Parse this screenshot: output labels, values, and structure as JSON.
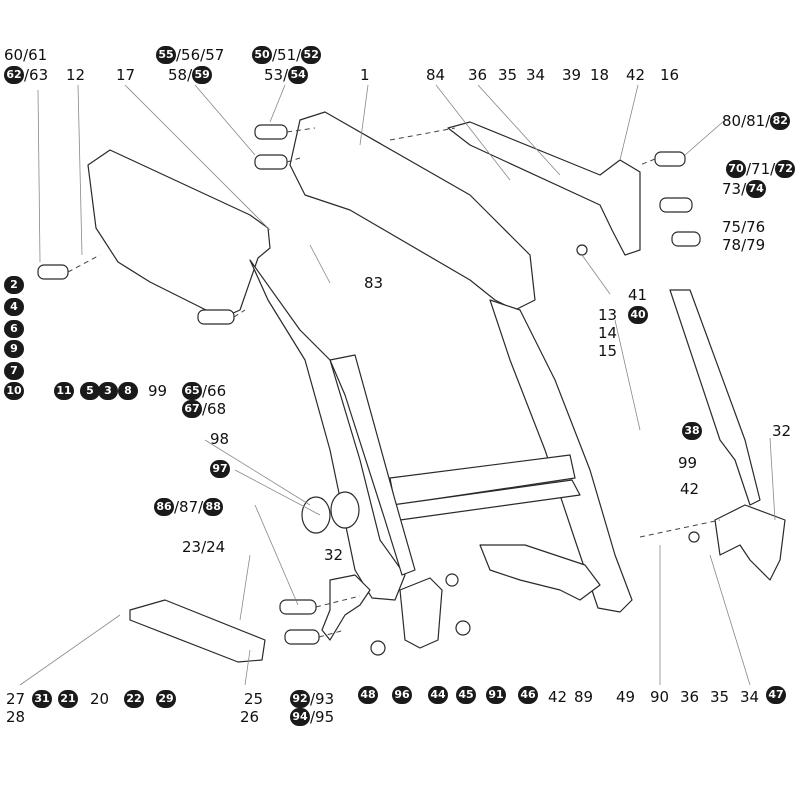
{
  "labels": [
    {
      "id": "l1",
      "parts": [
        {
          "t": "60/61",
          "b": false
        }
      ]
    },
    {
      "id": "l2",
      "parts": [
        {
          "t": "62",
          "b": true
        },
        {
          "t": "/63",
          "b": false
        }
      ]
    },
    {
      "id": "l3",
      "parts": [
        {
          "t": "12",
          "b": false
        }
      ]
    },
    {
      "id": "l4",
      "parts": [
        {
          "t": "17",
          "b": false
        }
      ]
    },
    {
      "id": "l5",
      "parts": [
        {
          "t": "55",
          "b": true
        },
        {
          "t": "/56/57",
          "b": false
        }
      ]
    },
    {
      "id": "l6",
      "parts": [
        {
          "t": "58/",
          "b": false
        },
        {
          "t": "59",
          "b": true
        }
      ]
    },
    {
      "id": "l7",
      "parts": [
        {
          "t": "50",
          "b": true
        },
        {
          "t": "/51/",
          "b": false
        },
        {
          "t": "52",
          "b": true
        }
      ]
    },
    {
      "id": "l8",
      "parts": [
        {
          "t": "53/",
          "b": false
        },
        {
          "t": "54",
          "b": true
        }
      ]
    },
    {
      "id": "l9",
      "parts": [
        {
          "t": "1",
          "b": false
        }
      ]
    },
    {
      "id": "l10",
      "parts": [
        {
          "t": "84",
          "b": false
        }
      ]
    },
    {
      "id": "l11",
      "parts": [
        {
          "t": "36",
          "b": false
        }
      ]
    },
    {
      "id": "l12",
      "parts": [
        {
          "t": "35",
          "b": false
        }
      ]
    },
    {
      "id": "l13",
      "parts": [
        {
          "t": "34",
          "b": false
        }
      ]
    },
    {
      "id": "l14",
      "parts": [
        {
          "t": "39",
          "b": false
        }
      ]
    },
    {
      "id": "l15",
      "parts": [
        {
          "t": "18",
          "b": false
        }
      ]
    },
    {
      "id": "l16",
      "parts": [
        {
          "t": "42",
          "b": false
        }
      ]
    },
    {
      "id": "l17",
      "parts": [
        {
          "t": "16",
          "b": false
        }
      ]
    },
    {
      "id": "l18",
      "parts": [
        {
          "t": "80/81/",
          "b": false
        },
        {
          "t": "82",
          "b": true
        }
      ]
    },
    {
      "id": "l19",
      "parts": [
        {
          "t": "70",
          "b": true
        },
        {
          "t": "/71/",
          "b": false
        },
        {
          "t": "72",
          "b": true
        }
      ]
    },
    {
      "id": "l20",
      "parts": [
        {
          "t": "73/",
          "b": false
        },
        {
          "t": "74",
          "b": true
        }
      ]
    },
    {
      "id": "l21",
      "parts": [
        {
          "t": "75/76",
          "b": false
        }
      ]
    },
    {
      "id": "l22",
      "parts": [
        {
          "t": "78/79",
          "b": false
        }
      ]
    },
    {
      "id": "l23",
      "parts": [
        {
          "t": "83",
          "b": false
        }
      ]
    },
    {
      "id": "l24",
      "parts": [
        {
          "t": "41",
          "b": false
        }
      ]
    },
    {
      "id": "l25",
      "parts": [
        {
          "t": "13",
          "b": false
        }
      ]
    },
    {
      "id": "l26",
      "parts": [
        {
          "t": "14",
          "b": false
        }
      ]
    },
    {
      "id": "l27",
      "parts": [
        {
          "t": "15",
          "b": false
        }
      ]
    },
    {
      "id": "l28",
      "parts": [
        {
          "t": "40",
          "b": true
        }
      ]
    },
    {
      "id": "l29",
      "parts": [
        {
          "t": "2",
          "b": true
        }
      ]
    },
    {
      "id": "l30",
      "parts": [
        {
          "t": "4",
          "b": true
        }
      ]
    },
    {
      "id": "l31",
      "parts": [
        {
          "t": "6",
          "b": true
        }
      ]
    },
    {
      "id": "l32",
      "parts": [
        {
          "t": "9",
          "b": true
        }
      ]
    },
    {
      "id": "l33",
      "parts": [
        {
          "t": "7",
          "b": true
        }
      ]
    },
    {
      "id": "l34",
      "parts": [
        {
          "t": "10",
          "b": true
        }
      ]
    },
    {
      "id": "l35",
      "parts": [
        {
          "t": "11",
          "b": true
        }
      ]
    },
    {
      "id": "l36",
      "parts": [
        {
          "t": "5",
          "b": true
        }
      ]
    },
    {
      "id": "l37",
      "parts": [
        {
          "t": "3",
          "b": true
        }
      ]
    },
    {
      "id": "l38",
      "parts": [
        {
          "t": "8",
          "b": true
        }
      ]
    },
    {
      "id": "l39",
      "parts": [
        {
          "t": "99",
          "b": false
        }
      ]
    },
    {
      "id": "l40",
      "parts": [
        {
          "t": "65",
          "b": true
        },
        {
          "t": "/66",
          "b": false
        }
      ]
    },
    {
      "id": "l41",
      "parts": [
        {
          "t": "67",
          "b": true
        },
        {
          "t": "/68",
          "b": false
        }
      ]
    },
    {
      "id": "l42",
      "parts": [
        {
          "t": "98",
          "b": false
        }
      ]
    },
    {
      "id": "l43",
      "parts": [
        {
          "t": "97",
          "b": true
        }
      ]
    },
    {
      "id": "l44",
      "parts": [
        {
          "t": "86",
          "b": true
        },
        {
          "t": "/87/",
          "b": false
        },
        {
          "t": "88",
          "b": true
        }
      ]
    },
    {
      "id": "l45",
      "parts": [
        {
          "t": "23/24",
          "b": false
        }
      ]
    },
    {
      "id": "l46",
      "parts": [
        {
          "t": "38",
          "b": true
        }
      ]
    },
    {
      "id": "l47",
      "parts": [
        {
          "t": "32",
          "b": false
        }
      ]
    },
    {
      "id": "l48",
      "parts": [
        {
          "t": "99",
          "b": false
        }
      ]
    },
    {
      "id": "l49",
      "parts": [
        {
          "t": "42",
          "b": false
        }
      ]
    },
    {
      "id": "l50",
      "parts": [
        {
          "t": "32",
          "b": false
        }
      ]
    },
    {
      "id": "l51",
      "parts": [
        {
          "t": "27",
          "b": false
        }
      ]
    },
    {
      "id": "l52",
      "parts": [
        {
          "t": "28",
          "b": false
        }
      ]
    },
    {
      "id": "l53",
      "parts": [
        {
          "t": "31",
          "b": true
        }
      ]
    },
    {
      "id": "l54",
      "parts": [
        {
          "t": "21",
          "b": true
        }
      ]
    },
    {
      "id": "l55",
      "parts": [
        {
          "t": "20",
          "b": false
        }
      ]
    },
    {
      "id": "l56",
      "parts": [
        {
          "t": "22",
          "b": true
        }
      ]
    },
    {
      "id": "l57",
      "parts": [
        {
          "t": "29",
          "b": true
        }
      ]
    },
    {
      "id": "l58",
      "parts": [
        {
          "t": "25",
          "b": false
        }
      ]
    },
    {
      "id": "l59",
      "parts": [
        {
          "t": "26",
          "b": false
        }
      ]
    },
    {
      "id": "l60",
      "parts": [
        {
          "t": "92",
          "b": true
        },
        {
          "t": "/93",
          "b": false
        }
      ]
    },
    {
      "id": "l61",
      "parts": [
        {
          "t": "94",
          "b": true
        },
        {
          "t": "/95",
          "b": false
        }
      ]
    },
    {
      "id": "l62",
      "parts": [
        {
          "t": "48",
          "b": true
        }
      ]
    },
    {
      "id": "l63",
      "parts": [
        {
          "t": "96",
          "b": true
        }
      ]
    },
    {
      "id": "l64",
      "parts": [
        {
          "t": "44",
          "b": true
        }
      ]
    },
    {
      "id": "l65",
      "parts": [
        {
          "t": "45",
          "b": true
        }
      ]
    },
    {
      "id": "l66",
      "parts": [
        {
          "t": "91",
          "b": true
        }
      ]
    },
    {
      "id": "l67",
      "parts": [
        {
          "t": "46",
          "b": true
        }
      ]
    },
    {
      "id": "l68",
      "parts": [
        {
          "t": "42",
          "b": false
        }
      ]
    },
    {
      "id": "l69",
      "parts": [
        {
          "t": "89",
          "b": false
        }
      ]
    },
    {
      "id": "l70",
      "parts": [
        {
          "t": "49",
          "b": false
        }
      ]
    },
    {
      "id": "l71",
      "parts": [
        {
          "t": "90",
          "b": false
        }
      ]
    },
    {
      "id": "l72",
      "parts": [
        {
          "t": "36",
          "b": false
        }
      ]
    },
    {
      "id": "l73",
      "parts": [
        {
          "t": "35",
          "b": false
        }
      ]
    },
    {
      "id": "l74",
      "parts": [
        {
          "t": "34",
          "b": false
        }
      ]
    },
    {
      "id": "l75",
      "parts": [
        {
          "t": "47",
          "b": true
        }
      ]
    }
  ]
}
